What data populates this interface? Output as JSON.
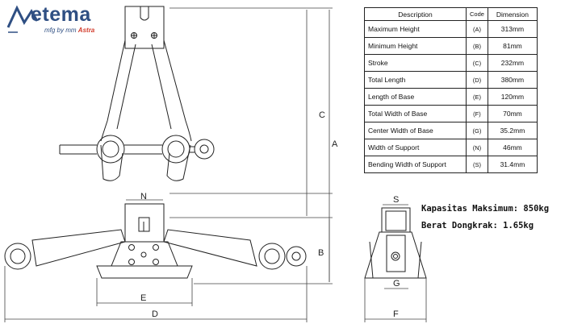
{
  "brand": {
    "name": "etema",
    "tagline_prefix": "mfg by mm",
    "tagline_brand": "Astra"
  },
  "spec_table": {
    "headers": {
      "description": "Description",
      "code": "Code",
      "dimension": "Dimension"
    },
    "rows": [
      {
        "description": "Maximum Height",
        "code": "(A)",
        "dimension": "313mm"
      },
      {
        "description": "Minimum Height",
        "code": "(B)",
        "dimension": "81mm"
      },
      {
        "description": "Stroke",
        "code": "(C)",
        "dimension": "232mm"
      },
      {
        "description": "Total Length",
        "code": "(D)",
        "dimension": "380mm"
      },
      {
        "description": "Length of Base",
        "code": "(E)",
        "dimension": "120mm"
      },
      {
        "description": "Total Width of Base",
        "code": "(F)",
        "dimension": "70mm"
      },
      {
        "description": "Center Width of Base",
        "code": "(G)",
        "dimension": "35.2mm"
      },
      {
        "description": "Width of Support",
        "code": "(N)",
        "dimension": "46mm"
      },
      {
        "description": "Bending Width of Support",
        "code": "(S)",
        "dimension": "31.4mm"
      }
    ]
  },
  "capacity": {
    "max_load": "Kapasitas Maksimum: 850kg",
    "weight": "Berat Dongkrak: 1.65kg"
  },
  "dimension_labels": {
    "A": "A",
    "B": "B",
    "C": "C",
    "D": "D",
    "E": "E",
    "F": "F",
    "G": "G",
    "N": "N",
    "S": "S"
  }
}
